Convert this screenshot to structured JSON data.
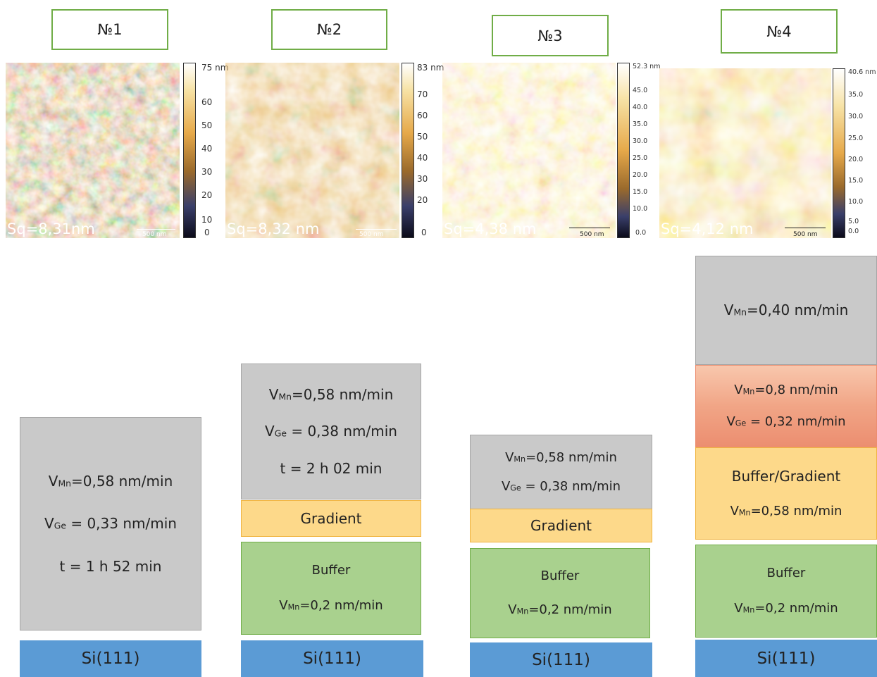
{
  "samples": [
    {
      "label": "№1",
      "sq": "Sq=8,31nm",
      "scale_bar": "500 nm",
      "colorbar_ticks": [
        "75 nm",
        "60",
        "50",
        "40",
        "30",
        "20",
        "10",
        "0"
      ],
      "layers": [
        {
          "kind": "gray",
          "lines": [
            [
              "V",
              "Mn",
              "=0,58 nm/min"
            ],
            [
              "V",
              "Ge",
              " = 0,33 nm/min"
            ],
            [
              "t = 1 h 52 min"
            ]
          ]
        }
      ],
      "substrate": "Si(111)"
    },
    {
      "label": "№2",
      "sq": "Sq=8,32 nm",
      "scale_bar": "500 nm",
      "colorbar_ticks": [
        "83 nm",
        "70",
        "60",
        "50",
        "40",
        "30",
        "20",
        "0"
      ],
      "layers": [
        {
          "kind": "gray",
          "lines": [
            [
              "V",
              "Mn",
              "=0,58 nm/min"
            ],
            [
              "V",
              "Ge",
              " = 0,38 nm/min"
            ],
            [
              "t = 2 h 02 min"
            ]
          ]
        },
        {
          "kind": "orange",
          "lines": [
            [
              "Gradient"
            ]
          ]
        },
        {
          "kind": "green",
          "lines": [
            [
              "Buffer"
            ],
            [
              "V",
              "Mn",
              "=0,2 nm/min"
            ]
          ]
        }
      ],
      "substrate": "Si(111)"
    },
    {
      "label": "№3",
      "sq": "Sq=4,38 nm",
      "scale_bar": "500 nm",
      "colorbar_ticks": [
        "52.3 nm",
        "45.0",
        "40.0",
        "35.0",
        "30.0",
        "25.0",
        "20.0",
        "15.0",
        "10.0",
        "0.0"
      ],
      "layers": [
        {
          "kind": "gray",
          "lines": [
            [
              "V",
              "Mn",
              "=0,58 nm/min"
            ],
            [
              "V",
              "Ge",
              " = 0,38 nm/min"
            ]
          ]
        },
        {
          "kind": "orange",
          "lines": [
            [
              "Gradient"
            ]
          ]
        },
        {
          "kind": "green",
          "lines": [
            [
              "Buffer"
            ],
            [
              "V",
              "Mn",
              "=0,2 nm/min"
            ]
          ]
        }
      ],
      "substrate": "Si(111)"
    },
    {
      "label": "№4",
      "sq": "Sq=4,12 nm",
      "scale_bar": "500 nm",
      "colorbar_ticks": [
        "40.6 nm",
        "35.0",
        "30.0",
        "25.0",
        "20.0",
        "15.0",
        "10.0",
        "5.0",
        "0.0"
      ],
      "layers": [
        {
          "kind": "gray",
          "lines": [
            [
              "V",
              "Mn",
              "=0,40 nm/min"
            ]
          ]
        },
        {
          "kind": "salmon",
          "lines": [
            [
              "V",
              "Mn",
              "=0,8 nm/min"
            ],
            [
              "V",
              "Ge",
              " = 0,32 nm/min"
            ]
          ]
        },
        {
          "kind": "orange",
          "lines": [
            [
              "Buffer/Gradient"
            ],
            [
              "V",
              "Mn",
              "=0,58 nm/min"
            ]
          ]
        },
        {
          "kind": "green",
          "lines": [
            [
              "Buffer"
            ],
            [
              "V",
              "Mn",
              "=0,2 nm/min"
            ]
          ]
        }
      ],
      "substrate": "Si(111)"
    }
  ],
  "colors": {
    "tag_border": "#70ad47",
    "gray_layer": "#c9c9c9",
    "gradient_layer": "#fdd98a",
    "buffer_layer": "#a9d18e",
    "top_layer_4": "#f1a586",
    "substrate": "#5b9bd5"
  }
}
